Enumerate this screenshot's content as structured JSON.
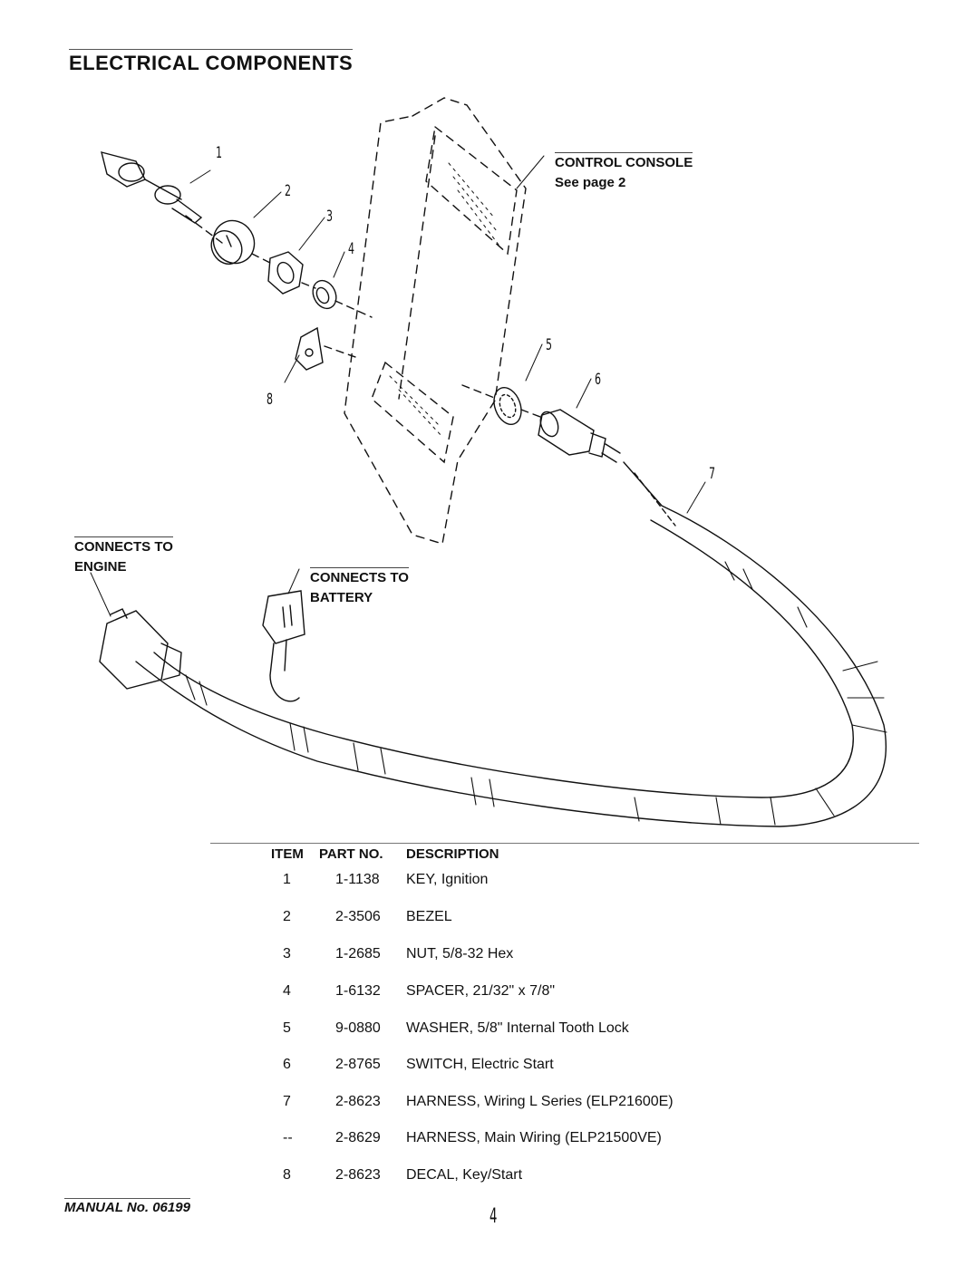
{
  "page": {
    "title": "ELECTRICAL COMPONENTS",
    "footer": "MANUAL No. 06199",
    "page_number": "4"
  },
  "callouts": {
    "control_console": "CONTROL CONSOLE",
    "see_page": "See page 2",
    "connects_to": "CONNECTS TO",
    "engine": "ENGINE",
    "battery": "BATTERY",
    "numbers": [
      "1",
      "2",
      "3",
      "4",
      "5",
      "6",
      "7",
      "8"
    ]
  },
  "parts_table": {
    "headers": [
      "ITEM",
      "PART NO.",
      "DESCRIPTION"
    ],
    "rows": [
      {
        "item": "1",
        "part": "1-1138",
        "desc": "KEY, Ignition"
      },
      {
        "item": "2",
        "part": "2-3506",
        "desc": "BEZEL"
      },
      {
        "item": "3",
        "part": "1-2685",
        "desc": "NUT, 5/8-32 Hex"
      },
      {
        "item": "4",
        "part": "1-6132",
        "desc": "SPACER, 21/32\" x 7/8\""
      },
      {
        "item": "5",
        "part": "9-0880",
        "desc": "WASHER, 5/8\" Internal Tooth Lock"
      },
      {
        "item": "6",
        "part": "2-8765",
        "desc": "SWITCH, Electric Start"
      },
      {
        "item": "7",
        "part": "2-8623",
        "desc": "HARNESS, Wiring L Series (ELP21600E)"
      },
      {
        "item": "--",
        "part": "2-8629",
        "desc": "HARNESS, Main Wiring (ELP21500VE)"
      },
      {
        "item": "8",
        "part": "2-8623",
        "desc": "DECAL, Key/Start"
      }
    ]
  }
}
